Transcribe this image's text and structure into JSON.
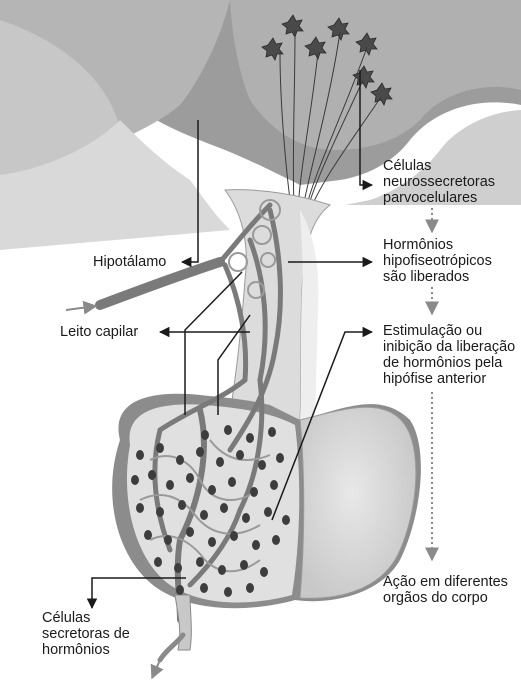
{
  "labels": {
    "neuro_cells": [
      "Células",
      "neurossecretoras",
      "parvocelulares"
    ],
    "hypothalamus": "Hipotálamo",
    "hormones_released": [
      "Hormônios",
      "hipofiseotrópicos",
      "são liberados"
    ],
    "capillary_bed": "Leito capilar",
    "stimulation": [
      "Estimulação ou",
      "inibição da liberação",
      "de hormônios pela",
      "hipófise anterior"
    ],
    "action": [
      "Ação em diferentes",
      "orgãos do corpo"
    ],
    "secretory_cells": [
      "Células",
      "secretoras de",
      "hormônios"
    ]
  },
  "colors": {
    "brain_dark": "#8c8c8c",
    "brain_mid": "#a8a8a8",
    "tissue_light": "#e2e2e2",
    "stalk": "#dcdcdc",
    "vessel": "#7a7a7a",
    "cell": "#3d3d3d",
    "line": "#1a1a1a",
    "dotted": "#8a8a8a"
  }
}
